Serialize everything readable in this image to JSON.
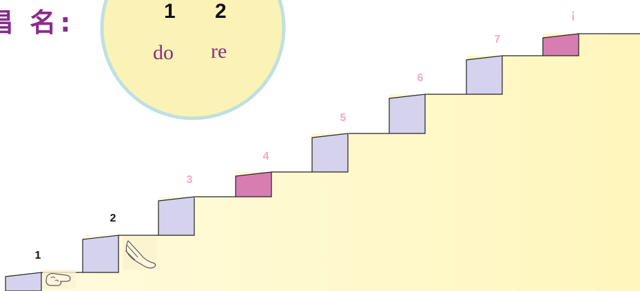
{
  "title": "唱 名:",
  "circle": {
    "numbers": [
      "1",
      "2"
    ],
    "syllables": [
      "do",
      "re"
    ]
  },
  "steps": [
    {
      "label": "1",
      "color": "#111111",
      "face": "#d4d2ec"
    },
    {
      "label": "2",
      "color": "#111111",
      "face": "#d4d2ec"
    },
    {
      "label": "3",
      "color": "#f2a6c6",
      "face": "#d4d2ec"
    },
    {
      "label": "4",
      "color": "#f2a6c6",
      "face": "#d77db1"
    },
    {
      "label": "5",
      "color": "#f2a6c6",
      "face": "#d4d2ec"
    },
    {
      "label": "6",
      "color": "#f2a6c6",
      "face": "#d4d2ec"
    },
    {
      "label": "7",
      "color": "#f2a6c6",
      "face": "#d4d2ec"
    },
    {
      "label": "i̇",
      "color": "#f2a6c6",
      "face": "#d77db1"
    }
  ],
  "colors": {
    "stair_fill": "#fff7c4",
    "circle_fill": "#fbf3b5",
    "circle_border": "#bfe0e2",
    "title": "#8a2a8c"
  },
  "icons": [
    "fist-hand-icon",
    "open-hand-icon"
  ]
}
